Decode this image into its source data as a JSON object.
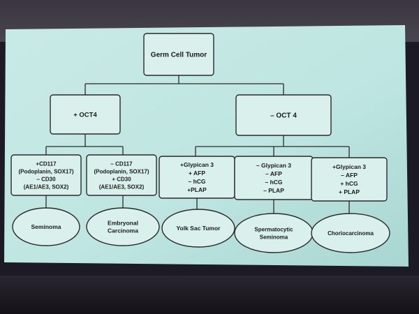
{
  "diagram": {
    "nodes": [
      {
        "id": "root",
        "lines": [
          "Germ Cell Tumor"
        ]
      },
      {
        "id": "oct4-pos",
        "lines": [
          "+ OCT4"
        ]
      },
      {
        "id": "oct4-neg",
        "lines": [
          "– OCT 4"
        ]
      },
      {
        "id": "panel-seminoma",
        "lines": [
          "+CD117",
          "(Podoplanin, SOX17)",
          "– CD30",
          "(AE1/AE3, SOX2)"
        ]
      },
      {
        "id": "panel-embryonal",
        "lines": [
          "– CD117",
          "(Podoplanin, SOX17)",
          "+ CD30",
          "(AE1/AE3, SOX2)"
        ]
      },
      {
        "id": "panel-yolk",
        "lines": [
          "+Glypican 3",
          "+ AFP",
          "– hCG",
          "+PLAP"
        ]
      },
      {
        "id": "panel-spermatocytic",
        "lines": [
          "– Glypican 3",
          "– AFP",
          "– hCG",
          "– PLAP"
        ]
      },
      {
        "id": "panel-chorio",
        "lines": [
          "+Glypican 3",
          "– AFP",
          "+ hCG",
          "+ PLAP"
        ]
      },
      {
        "id": "dx-seminoma",
        "lines": [
          "Seminoma"
        ]
      },
      {
        "id": "dx-embryonal",
        "lines": [
          "Embryonal",
          "Carcinoma"
        ]
      },
      {
        "id": "dx-yolk",
        "lines": [
          "Yolk Sac Tumor"
        ]
      },
      {
        "id": "dx-spermatocytic",
        "lines": [
          "Spermatocytic",
          "Seminoma"
        ]
      },
      {
        "id": "dx-chorio",
        "lines": [
          "Choriocarcinoma"
        ]
      }
    ],
    "edges": [
      [
        "root",
        "oct4-pos"
      ],
      [
        "root",
        "oct4-neg"
      ],
      [
        "oct4-pos",
        "panel-seminoma"
      ],
      [
        "oct4-pos",
        "panel-embryonal"
      ],
      [
        "oct4-neg",
        "panel-yolk"
      ],
      [
        "oct4-neg",
        "panel-spermatocytic"
      ],
      [
        "oct4-neg",
        "panel-chorio"
      ],
      [
        "panel-seminoma",
        "dx-seminoma"
      ],
      [
        "panel-embryonal",
        "dx-embryonal"
      ],
      [
        "panel-yolk",
        "dx-yolk"
      ],
      [
        "panel-spermatocytic",
        "dx-spermatocytic"
      ],
      [
        "panel-chorio",
        "dx-chorio"
      ]
    ]
  }
}
